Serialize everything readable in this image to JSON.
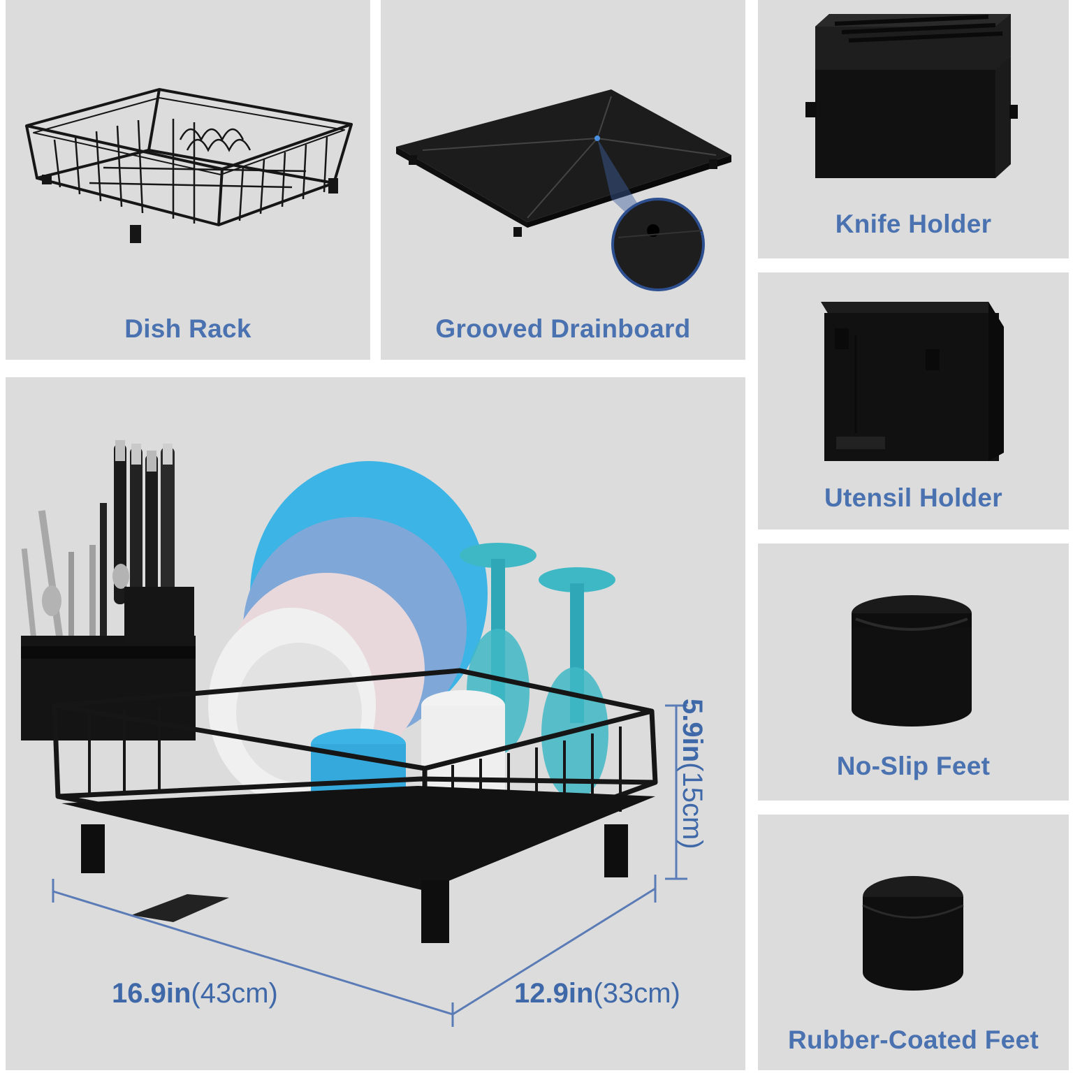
{
  "colors": {
    "panel_bg": "#dcdcdc",
    "label_blue": "#4a72b0",
    "product_black": "#161616",
    "plate_blue": "#3cb4e6",
    "glass_teal": "#3fb8c6"
  },
  "panels": {
    "dish_rack": {
      "label": "Dish Rack",
      "icon": "wire-dish-rack"
    },
    "drainboard": {
      "label": "Grooved Drainboard",
      "icon": "grooved-drain-tray"
    },
    "knife_holder": {
      "label": "Knife Holder",
      "icon": "knife-block"
    },
    "utensil_holder": {
      "label": "Utensil Holder",
      "icon": "utensil-caddy"
    },
    "no_slip_feet": {
      "label": "No-Slip Feet",
      "icon": "no-slip-foot"
    },
    "rubber_feet": {
      "label": "Rubber-Coated Feet",
      "icon": "rubber-foot"
    }
  },
  "dimensions": {
    "width": {
      "value": "16.9in",
      "alt": "(43cm)"
    },
    "depth": {
      "value": "12.9in",
      "alt": "(33cm)"
    },
    "height": {
      "value": "5.9in",
      "alt": "(15cm)"
    }
  }
}
